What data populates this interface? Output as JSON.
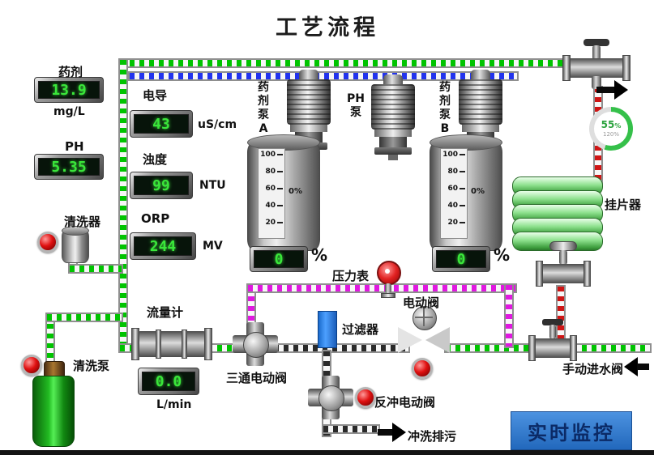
{
  "title": "工艺流程",
  "meters": {
    "chemical": {
      "label": "药剂",
      "value": "13.9",
      "unit": "mg/L"
    },
    "ph": {
      "label": "PH",
      "value": "5.35"
    },
    "conductivity": {
      "label": "电导",
      "value": "43",
      "unit": "uS/cm"
    },
    "turbidity": {
      "label": "浊度",
      "value": "99",
      "unit": "NTU"
    },
    "orp": {
      "label": "ORP",
      "value": "244",
      "unit": "MV"
    },
    "flow": {
      "label": "流量计",
      "value": "0.0",
      "unit": "L/min"
    }
  },
  "tanks": {
    "a": {
      "pump_label": "药剂泵A",
      "scale": [
        "100",
        "80",
        "60",
        "40",
        "20"
      ],
      "level": "0%",
      "value": "0",
      "unit": "%"
    },
    "b": {
      "pump_label": "药剂泵B",
      "scale": [
        "100",
        "80",
        "60",
        "40",
        "20"
      ],
      "level": "0%",
      "value": "0",
      "unit": "%"
    }
  },
  "ph_pump_label": "PH泵",
  "gauge": {
    "value": "55",
    "unit": "%",
    "sub": "120%"
  },
  "devices": {
    "cleaner": "清洗器",
    "cleaning_pump": "清洗泵",
    "coupon_rack": "挂片器",
    "pressure_gauge": "压力表",
    "filter": "过滤器",
    "electric_valve": "电动阀",
    "three_way_valve": "三通电动阀",
    "backwash_valve": "反冲电动阀",
    "flush_drain": "冲洗排污",
    "manual_inlet_valve": "手动进水阀"
  },
  "footer": {
    "monitor_button": "实时监控"
  }
}
